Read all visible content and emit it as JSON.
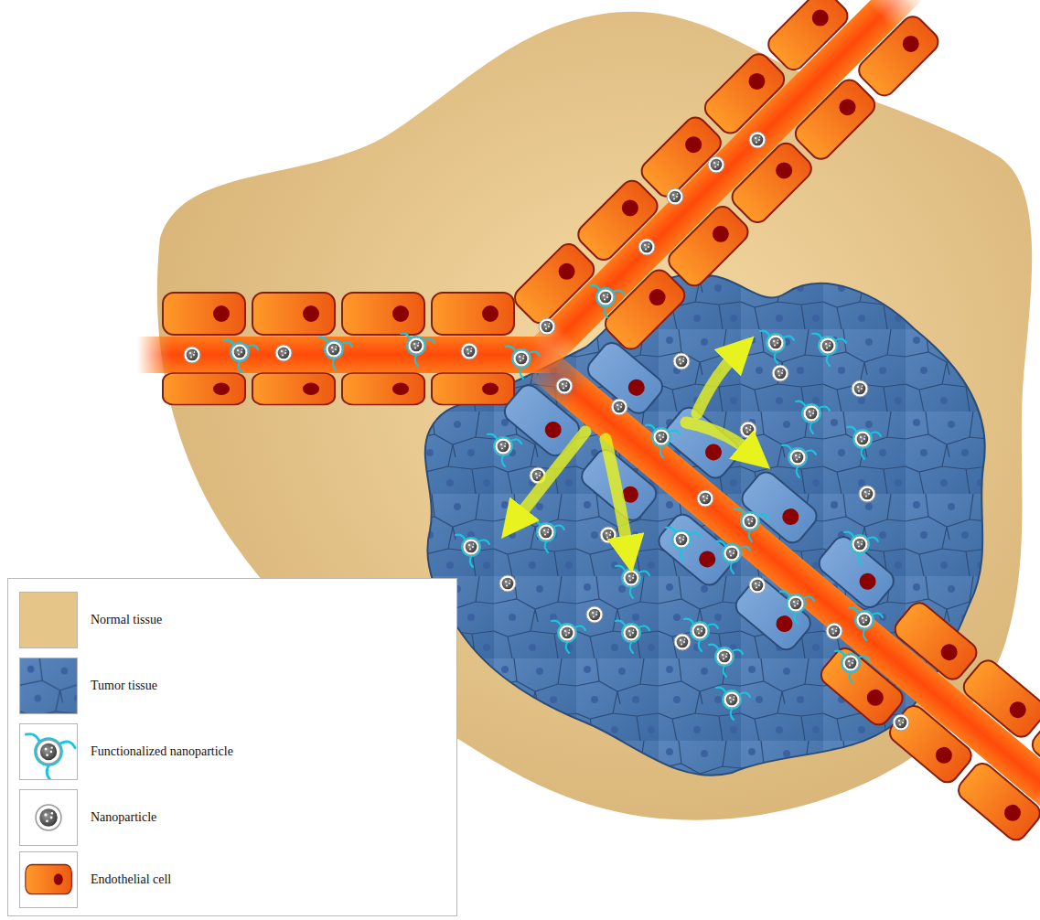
{
  "diagram": {
    "legend": [
      {
        "text": "Normal tissue",
        "color": "#e6c688"
      },
      {
        "text": "Tumor tissue"
      },
      {
        "text": "Functionalized nanoparticle"
      },
      {
        "text": "Nanoparticle"
      },
      {
        "text": "Endothelial cell"
      }
    ]
  }
}
